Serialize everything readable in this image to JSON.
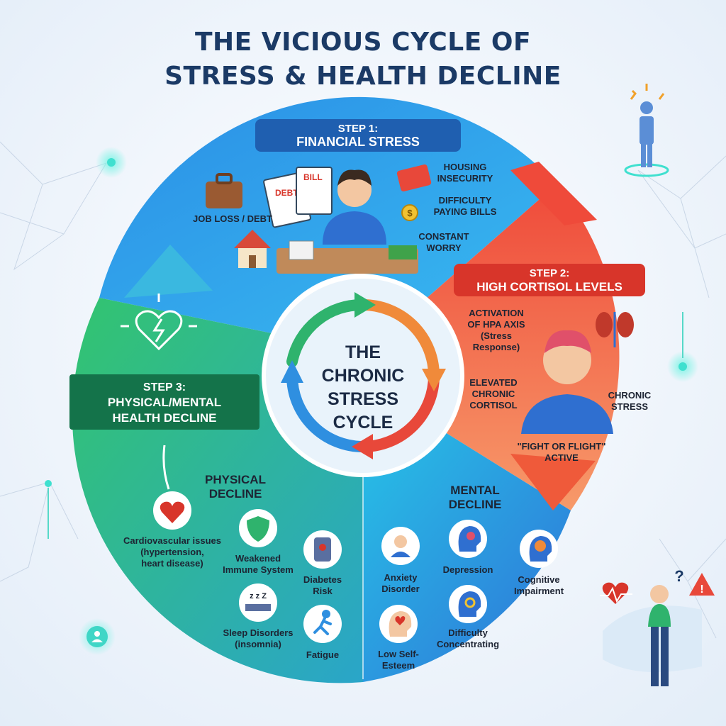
{
  "title": {
    "line1": "THE VICIOUS CYCLE OF",
    "line2": "STRESS & HEALTH DECLINE"
  },
  "center": {
    "line1": "THE",
    "line2": "CHRONIC",
    "line3": "STRESS",
    "line4": "CYCLE"
  },
  "step1": {
    "line1": "STEP 1:",
    "line2": "FINANCIAL STRESS",
    "job_loss": "JOB LOSS / DEBT",
    "housing": [
      "HOUSING",
      "INSECURITY"
    ],
    "bills": [
      "DIFFICULTY",
      "PAYING BILLS"
    ],
    "worry": [
      "CONSTANT",
      "WORRY"
    ],
    "bill_doc": "BILL",
    "debt_doc": "DEBT"
  },
  "step2": {
    "line1": "STEP 2:",
    "line2": "HIGH CORTISOL LEVELS",
    "hpa": [
      "ACTIVATION",
      "OF HPA AXIS",
      "(Stress",
      "Response)"
    ],
    "cortisol": [
      "ELEVATED",
      "CHRONIC",
      "CORTISOL"
    ],
    "chronic": [
      "CHRONIC",
      "STRESS"
    ],
    "fight": [
      "\"FIGHT OR FLIGHT\"",
      "ACTIVE"
    ]
  },
  "step3": {
    "line1": "STEP 3:",
    "line2": "PHYSICAL/MENTAL",
    "line3": "HEALTH DECLINE"
  },
  "physical": {
    "heading": [
      "PHYSICAL",
      "DECLINE"
    ],
    "cardio": [
      "Cardiovascular issues",
      "(hypertension,",
      "heart disease)"
    ],
    "immune": [
      "Weakened",
      "Immune System"
    ],
    "diabetes": [
      "Diabetes",
      "Risk"
    ],
    "sleep": [
      "Sleep Disorders",
      "(insomnia)"
    ],
    "fatigue": "Fatigue"
  },
  "mental": {
    "heading": [
      "MENTAL",
      "DECLINE"
    ],
    "anxiety": [
      "Anxiety",
      "Disorder"
    ],
    "depression": "Depression",
    "cognitive": [
      "Cognitive",
      "Impairment"
    ],
    "esteem": [
      "Low Self-",
      "Esteem"
    ],
    "concentrating": [
      "Difficulty",
      "Concentrating"
    ]
  },
  "decor": {
    "question_mark": "?",
    "alert_mark": "!",
    "sleep_z": "z z Z"
  },
  "colors": {
    "title": "#1b3a66",
    "financial_blue": "#2f8fe0",
    "cortisol_red": "#e8483a",
    "health_green": "#2fb36d",
    "mental_cyan": "#1fb6e0",
    "banner_green": "#14734a",
    "banner_red": "#d8352a",
    "banner_blue": "#1f5fb0"
  }
}
